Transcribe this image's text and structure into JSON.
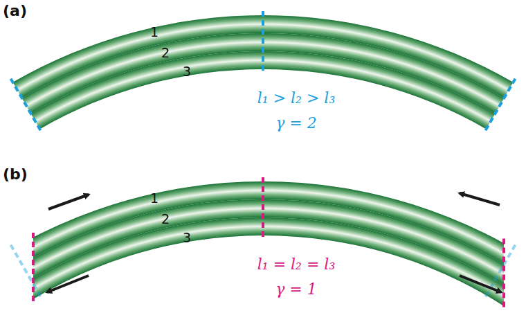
{
  "diagram": {
    "labels": [
      "(a)",
      "1",
      "2",
      "3",
      "l₁ > l₂ > l₃",
      "γ = 2",
      "(b)",
      "1",
      "2",
      "3",
      "l₁ = l₂ = l₃",
      "γ = 1"
    ]
  }
}
